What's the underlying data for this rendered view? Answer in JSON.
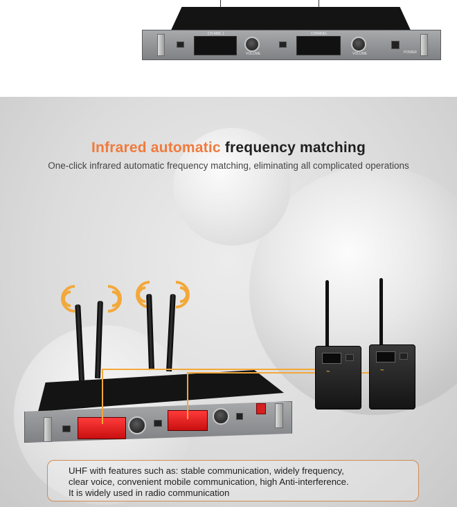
{
  "top_receiver": {
    "display_label_1": "CH-MML 1",
    "display_label_2": "CHANNEL",
    "knob_label_1": "VOLUME",
    "knob_label_2": "VOLUME",
    "right_label": "POWER"
  },
  "headline": {
    "orange_part": "Infrared automatic",
    "dark_part": "frequency matching"
  },
  "subline": "One-click infrared automatic frequency matching, eliminating all complicated operations",
  "callout": {
    "line1": "UHF with features such as: stable communication, widely frequency,",
    "line2": "clear voice, convenient mobile communication, high Anti-interference.",
    "line3": "It is widely used in radio communication"
  },
  "colors": {
    "accent_orange": "#f07a3c",
    "connector_gold": "#f2a83a",
    "callout_border": "#d18b54"
  },
  "icons": [
    "signal-wave-icon",
    "signal-wave-icon",
    "signal-wave-icon",
    "signal-wave-icon"
  ]
}
